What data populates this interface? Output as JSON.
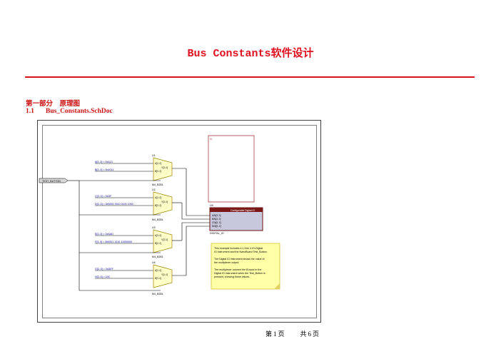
{
  "document": {
    "title": "Bus Constants软件设计",
    "section_heading": "第一部分　原理图",
    "subsection_number": "1.1",
    "subsection_title": "Bus_Constants.SchDoc"
  },
  "schematic": {
    "port_label": "TEST_BUTTON",
    "muxes": [
      {
        "designator": "U1",
        "part": "M4_B2B1",
        "in_a": "A[3..0]",
        "in_b": "B[3..0]",
        "out": "Y[3..0]",
        "bus_a": "A[3..0] = 0xA13",
        "bus_b": "B[3..0] = 0b1011"
      },
      {
        "designator": "U2",
        "part": "M4_B2B1",
        "in_a": "A[3..0]",
        "in_b": "B[3..0]",
        "out": "Y[3..0]",
        "bus_a": "C[3..0] = 0xDF",
        "bus_b": "D[3..0] = 0b0001 0010 0100 1000"
      },
      {
        "designator": "U3",
        "part": "M4_B2B1",
        "in_a": "A[3..0]",
        "in_b": "B[3..0]",
        "out": "Y[3..0]",
        "bus_a": "E[3..0] = 0xAAD",
        "bus_b": "F[3..0] = 0b0001 1010 11000000"
      },
      {
        "designator": "U4",
        "part": "M4_B2B1",
        "in_a": "A[3..0]",
        "in_b": "B[3..0]",
        "out": "Y[3..0]",
        "bus_a": "G[3..0] = 0xDEF",
        "bus_b": "H[3..0] = 100"
      }
    ],
    "digital_io": {
      "designator": "U5",
      "header": "Configurable Digital IO",
      "pins": [
        "AIN[3..0]",
        "BIN[3..0]",
        "CIN[3..0]",
        "DIN[3..0]"
      ],
      "part": "DIGITAL_IO"
    },
    "sheet_symbol_label": "N",
    "note_lines": [
      "This example includes 4 x Gen 4 IO-Digital",
      "IO instrument and the NanoBoard Test_Button.",
      "",
      "The Digital IO instrument shows the value of",
      "the multiplexer output.",
      "",
      "The multiplexer connect the B input to the",
      "Digital IO instrument when the Test_Button is",
      "pressed, showing these values."
    ]
  },
  "footer": {
    "page_prefix": "第",
    "page_current": "1",
    "page_suffix": "页",
    "total_prefix": "共",
    "page_total": "6",
    "total_suffix": "页"
  }
}
